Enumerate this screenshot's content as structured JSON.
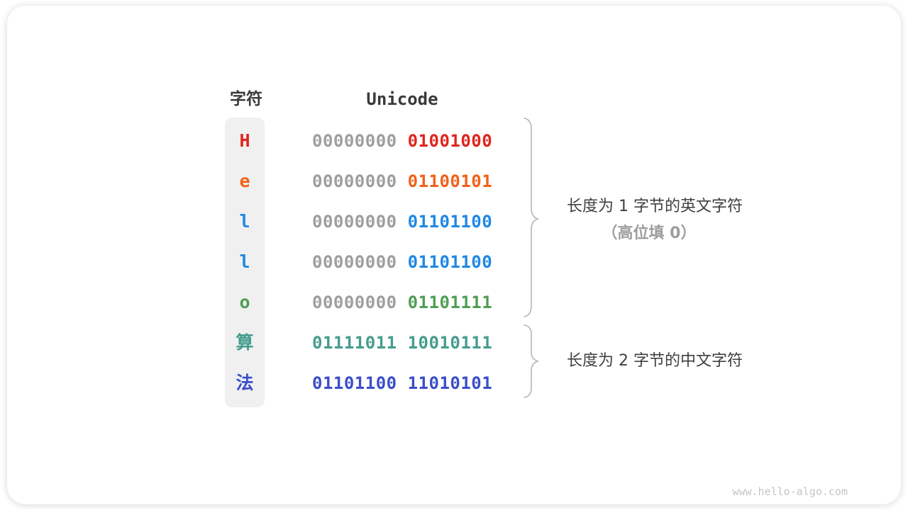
{
  "diagram": {
    "headers": {
      "char_col": "字符",
      "unicode_col": "Unicode"
    },
    "rows": [
      {
        "char": "H",
        "char_color": "#e0251c",
        "byte1": "00000000",
        "byte1_color": "#9e9e9e",
        "byte2": "01001000",
        "byte2_color": "#e0251c"
      },
      {
        "char": "e",
        "char_color": "#f2611a",
        "byte1": "00000000",
        "byte1_color": "#9e9e9e",
        "byte2": "01100101",
        "byte2_color": "#f2611a"
      },
      {
        "char": "l",
        "char_color": "#1e88e5",
        "byte1": "00000000",
        "byte1_color": "#9e9e9e",
        "byte2": "01101100",
        "byte2_color": "#1e88e5"
      },
      {
        "char": "l",
        "char_color": "#1e88e5",
        "byte1": "00000000",
        "byte1_color": "#9e9e9e",
        "byte2": "01101100",
        "byte2_color": "#1e88e5"
      },
      {
        "char": "o",
        "char_color": "#4f9e54",
        "byte1": "00000000",
        "byte1_color": "#9e9e9e",
        "byte2": "01101111",
        "byte2_color": "#4f9e54"
      },
      {
        "char": "算",
        "char_color": "#459c8d",
        "byte1": "01111011",
        "byte1_color": "#459c8d",
        "byte2": "10010111",
        "byte2_color": "#459c8d"
      },
      {
        "char": "法",
        "char_color": "#3b4fc8",
        "byte1": "01101100",
        "byte1_color": "#3b4fc8",
        "byte2": "11010101",
        "byte2_color": "#3b4fc8"
      }
    ],
    "annotations": {
      "one_byte_line1": "长度为 1 字节的英文字符",
      "one_byte_line2": "（高位填 0）",
      "two_byte_line1": "长度为 2 字节的中文字符"
    },
    "colors": {
      "leading_zero_gray": "#9e9e9e",
      "header_text": "#3a3a3a",
      "annotation_text": "#3f3f3f",
      "annotation_gray": "#9e9e9e",
      "brace": "#b5b5b5",
      "char_column_bg": "#f0f0f0",
      "watermark": "#c6c6c6"
    },
    "watermark": "www.hello-algo.com"
  }
}
